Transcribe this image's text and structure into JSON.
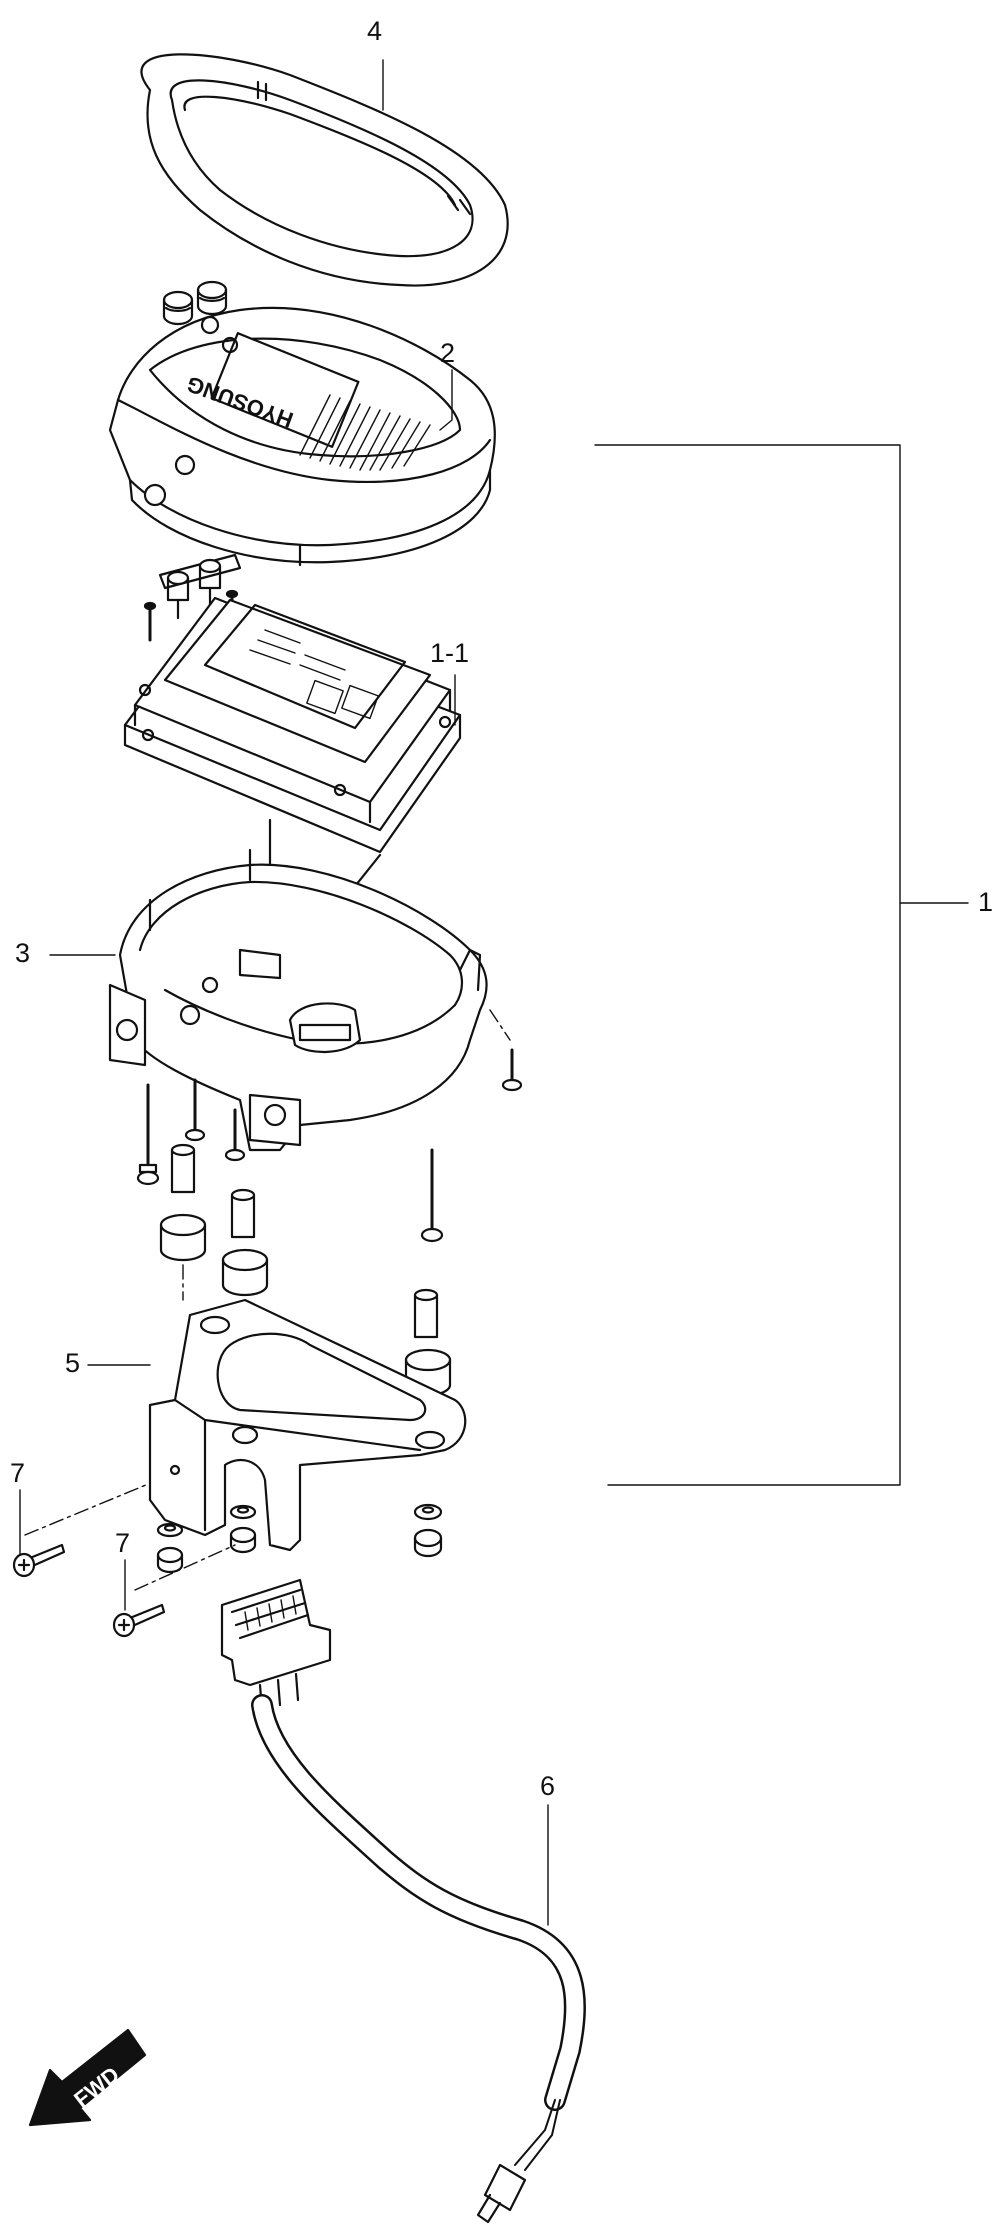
{
  "callouts": {
    "c1": "1",
    "c1_1": "1-1",
    "c2": "2",
    "c3": "3",
    "c4": "4",
    "c5": "5",
    "c6": "6",
    "c7a": "7",
    "c7b": "7"
  },
  "cover_brand": "HYOSUNG",
  "fwd_label": "FWD",
  "colors": {
    "ink": "#111111",
    "paper": "#ffffff",
    "shade": "#d9d9d9"
  }
}
